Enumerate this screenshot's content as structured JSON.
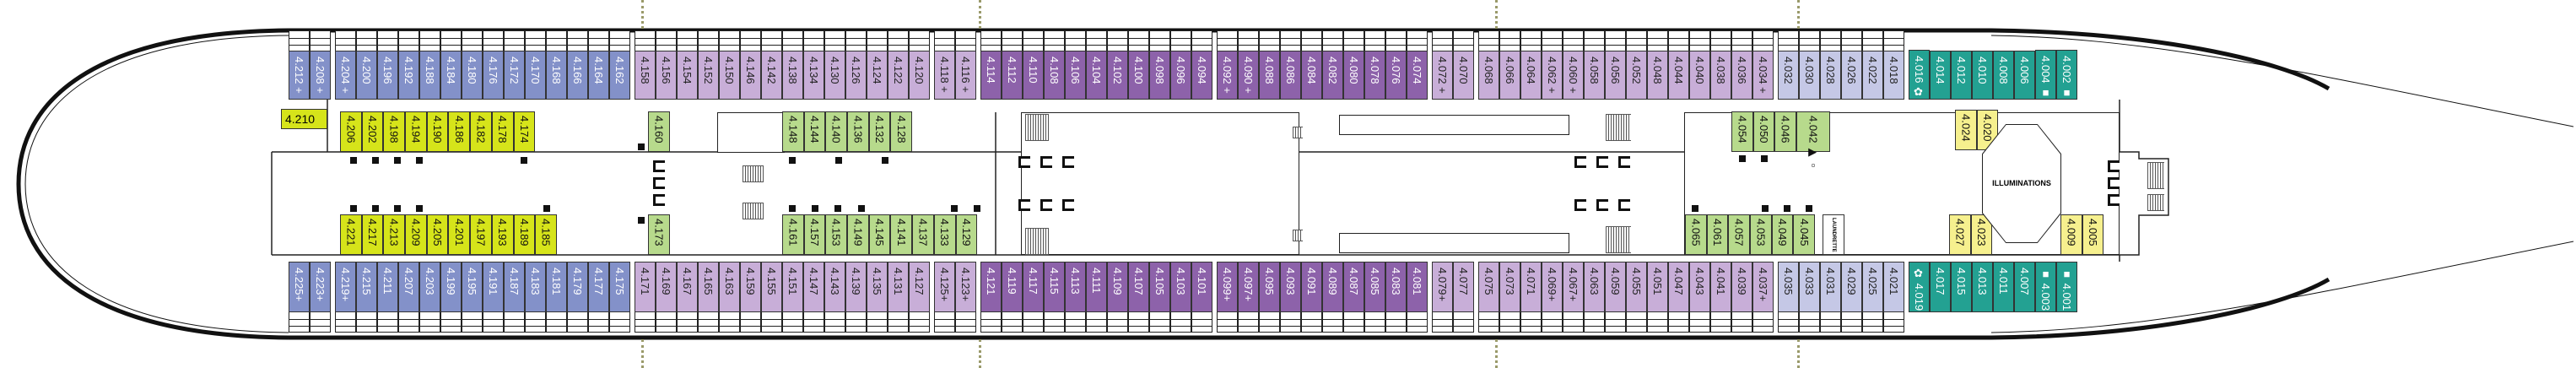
{
  "colors": {
    "blue": "#8391c9",
    "lightpurple": "#c8aed8",
    "darkpurple": "#8d62aa",
    "lavender": "#c5c8e6",
    "teal": "#23a192",
    "yellow": "#d6e41a",
    "green": "#b7da8c",
    "paleyellow": "#f6f08e",
    "hull": "#111111",
    "deck_divider": "#9a9a6a"
  },
  "deck": {
    "top_row": [
      {
        "group": "blue",
        "cabins": [
          "4.212 +",
          "4.208 +"
        ]
      },
      {
        "group": "blue",
        "cabins": [
          "4.204 +",
          "4.200",
          "4.196",
          "4.192",
          "4.188",
          "4.184",
          "4.180",
          "4.176",
          "4.172",
          "4.170",
          "4.168",
          "4.166",
          "4.164",
          "4.162"
        ]
      },
      {
        "group": "lightpurple",
        "cabins": [
          "4.158",
          "4.156",
          "4.154",
          "4.152",
          "4.150",
          "4.146",
          "4.142",
          "4.138",
          "4.134",
          "4.130",
          "4.126",
          "4.124",
          "4.122",
          "4.120"
        ]
      },
      {
        "group": "lightpurple",
        "cabins": [
          "4.118 +",
          "4.116 +"
        ]
      },
      {
        "group": "darkpurple",
        "cabins": [
          "4.114",
          "4.112",
          "4.110",
          "4.108",
          "4.106",
          "4.104",
          "4.102",
          "4.100",
          "4.098",
          "4.096",
          "4.094"
        ]
      },
      {
        "group": "darkpurple",
        "cabins": [
          "4.092 +",
          "4.090 +",
          "4.088",
          "4.086",
          "4.084",
          "4.082",
          "4.080",
          "4.078",
          "4.076",
          "4.074"
        ]
      },
      {
        "group": "lightpurple",
        "cabins": [
          "4.072 +",
          "4.070"
        ]
      },
      {
        "group": "lightpurple",
        "cabins": [
          "4.068",
          "4.066",
          "4.064",
          "4.062 +",
          "4.060 +",
          "4.058",
          "4.056",
          "4.052",
          "4.048",
          "4.044",
          "4.040",
          "4.038",
          "4.036",
          "4.034 +"
        ]
      },
      {
        "group": "lavender",
        "cabins": [
          "4.032",
          "4.030",
          "4.028",
          "4.026",
          "4.022",
          "4.018"
        ]
      },
      {
        "group": "teal",
        "cabins": [
          "4.016 ✿",
          "4.014",
          "4.012",
          "4.010",
          "4.008",
          "4.006",
          "4.004 ■",
          "4.002 ■"
        ]
      }
    ],
    "bottom_row": [
      {
        "group": "blue",
        "cabins": [
          "4.225+",
          "4.223+"
        ]
      },
      {
        "group": "blue",
        "cabins": [
          "4.219+",
          "4.215",
          "4.211",
          "4.207",
          "4.203",
          "4.199",
          "4.195",
          "4.191",
          "4.187",
          "4.183",
          "4.181",
          "4.179",
          "4.177",
          "4.175"
        ]
      },
      {
        "group": "lightpurple",
        "cabins": [
          "4.171",
          "4.169",
          "4.167",
          "4.165",
          "4.163",
          "4.159",
          "4.155",
          "4.151",
          "4.147",
          "4.143",
          "4.139",
          "4.135",
          "4.131",
          "4.127"
        ]
      },
      {
        "group": "lightpurple",
        "cabins": [
          "4.125+",
          "4.123+"
        ]
      },
      {
        "group": "darkpurple",
        "cabins": [
          "4.121",
          "4.119",
          "4.117",
          "4.115",
          "4.113",
          "4.111",
          "4.109",
          "4.107",
          "4.105",
          "4.103",
          "4.101"
        ]
      },
      {
        "group": "darkpurple",
        "cabins": [
          "4.099+",
          "4.097+",
          "4.095",
          "4.093",
          "4.091",
          "4.089",
          "4.087",
          "4.085",
          "4.083",
          "4.081"
        ]
      },
      {
        "group": "lightpurple",
        "cabins": [
          "4.079+",
          "4.077"
        ]
      },
      {
        "group": "lightpurple",
        "cabins": [
          "4.075",
          "4.073",
          "4.071",
          "4.069+",
          "4.067+",
          "4.063",
          "4.059",
          "4.055",
          "4.051",
          "4.047",
          "4.043",
          "4.041",
          "4.039",
          "4.037+"
        ]
      },
      {
        "group": "lavender",
        "cabins": [
          "4.035",
          "4.033",
          "4.031",
          "4.029",
          "4.025",
          "4.021"
        ]
      },
      {
        "group": "teal",
        "cabins": [
          "✿ 4.019",
          "4.017",
          "4.015",
          "4.013",
          "4.011",
          "4.007",
          "■ 4.003",
          "■ 4.001"
        ]
      }
    ],
    "single_cabin": "4.210",
    "inner_blocks": [
      {
        "group": "yellow",
        "cabins": [
          "4.206",
          "4.202",
          "4.198",
          "4.194",
          "4.190",
          "4.186",
          "4.182",
          "4.178",
          "4.174"
        ]
      },
      {
        "group": "yellow",
        "cabins": [
          "4.221",
          "4.217",
          "4.213",
          "4.209",
          "4.205",
          "4.201",
          "4.197",
          "4.193",
          "4.189",
          "4.185"
        ]
      },
      {
        "group": "green",
        "cabins": [
          "4.160"
        ]
      },
      {
        "group": "green",
        "cabins": [
          "4.173"
        ]
      },
      {
        "group": "green",
        "cabins": [
          "4.148",
          "4.144",
          "4.140",
          "4.136",
          "4.132",
          "4.128"
        ]
      },
      {
        "group": "green",
        "cabins": [
          "4.161",
          "4.157",
          "4.153",
          "4.149",
          "4.145",
          "4.141",
          "4.137",
          "4.133",
          "4.129"
        ]
      },
      {
        "group": "green",
        "cabins": [
          "4.054",
          "4.050",
          "4.046",
          "4.042 ▶▫"
        ]
      },
      {
        "group": "green",
        "cabins": [
          "4.065",
          "4.061",
          "4.057",
          "4.053",
          "4.049",
          "4.045"
        ]
      },
      {
        "group": "paleyellow",
        "cabins": [
          "4.024",
          "4.020"
        ]
      },
      {
        "group": "paleyellow",
        "cabins": [
          "4.027",
          "4.023"
        ]
      },
      {
        "group": "paleyellow",
        "cabins": [
          "4.009",
          "4.005"
        ]
      }
    ],
    "venues": {
      "illuminations": "ILLUMINATIONS",
      "laundrette": "LAUNDRETTE"
    }
  }
}
